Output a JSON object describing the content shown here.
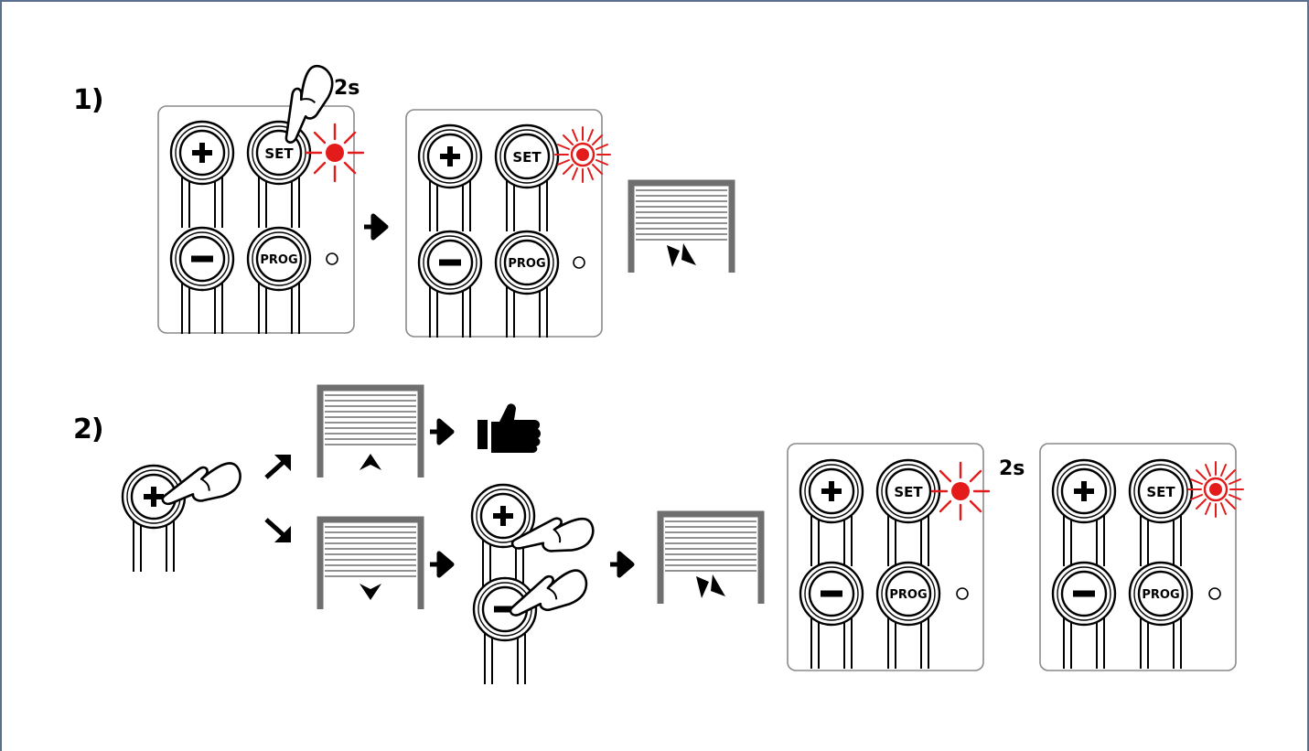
{
  "steps": [
    {
      "label": "1)"
    },
    {
      "label": "2)"
    }
  ],
  "press_duration": "2s",
  "buttons": {
    "set": "SET",
    "prog": "PROG",
    "plus": "+",
    "minus": "−"
  },
  "colors": {
    "led": "#e31b1b",
    "frame": "#5b6f8e",
    "door": "#6f6f6f",
    "ink": "#000000",
    "panel_border": "#8a8a8a"
  },
  "icons": [
    "hand-press-icon",
    "thumbs-up-icon",
    "arrow-right-icon",
    "arrow-diag-up-icon",
    "arrow-diag-down-icon",
    "led-on-icon",
    "led-blinking-icon",
    "door-icon"
  ],
  "led_states": {
    "on": "steady",
    "blinking": "flashing"
  },
  "door_states": [
    "moving-down-up",
    "opening-up",
    "closing-down"
  ]
}
